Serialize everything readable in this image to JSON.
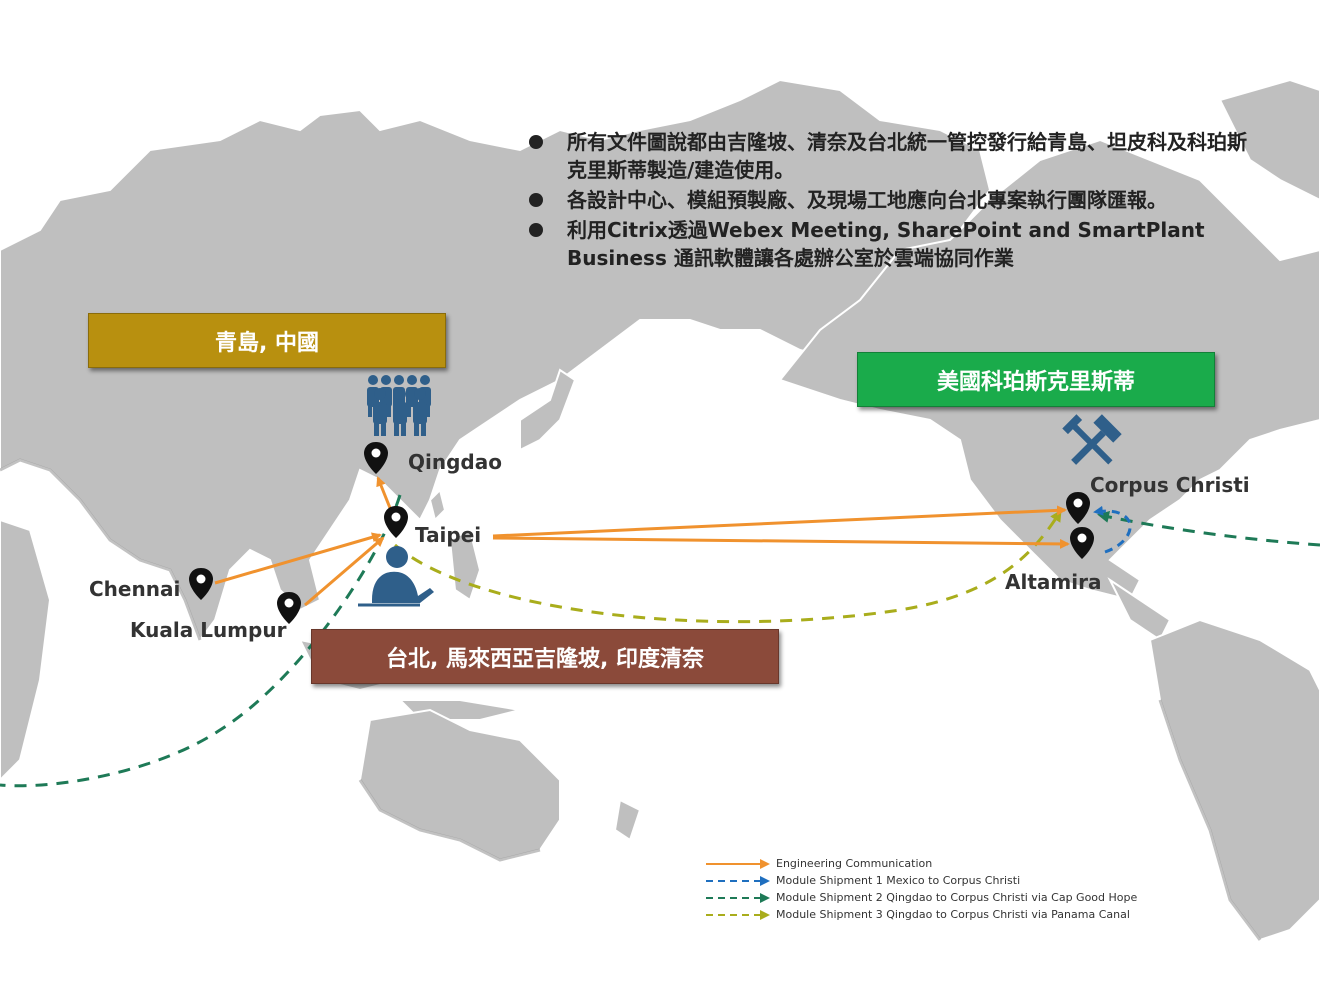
{
  "bullets": [
    "所有文件圖說都由吉隆坡、清奈及台北統一管控發行給青島、坦皮科及科珀斯克里斯蒂製造/建造使用。",
    "各設計中心、模組預製廠、及現場工地應向台北專案執行團隊匯報。",
    "利用Citrix透過Webex Meeting, SharePoint and SmartPlant Business 通訊軟體讓各處辦公室於雲端協同作業"
  ],
  "regions": {
    "qingdao": "青島, 中國",
    "corpus_christi": "美國科珀斯克里斯蒂",
    "taipei": "台北, 馬來西亞吉隆坡, 印度清奈"
  },
  "cities": {
    "qingdao": "Qingdao",
    "taipei": "Taipei",
    "chennai": "Chennai",
    "kuala_lumpur": "Kuala Lumpur",
    "corpus_christi": "Corpus Christi",
    "altamira": "Altamira"
  },
  "legend": [
    {
      "label": "Engineering Communication",
      "color": "#f0922e",
      "style": "solid"
    },
    {
      "label": "Module Shipment 1 Mexico to Corpus Christi",
      "color": "#1f6fbf",
      "style": "dashed"
    },
    {
      "label": "Module Shipment 2 Qingdao to Corpus Christi via Cap Good Hope",
      "color": "#1e7a57",
      "style": "dashed"
    },
    {
      "label": "Module Shipment 3 Qingdao to Corpus Christi via Panama Canal",
      "color": "#a9ad1c",
      "style": "dashed"
    }
  ],
  "icons": [
    "team-icon",
    "engineer-icon",
    "tools-icon",
    "location-pin-icon"
  ]
}
